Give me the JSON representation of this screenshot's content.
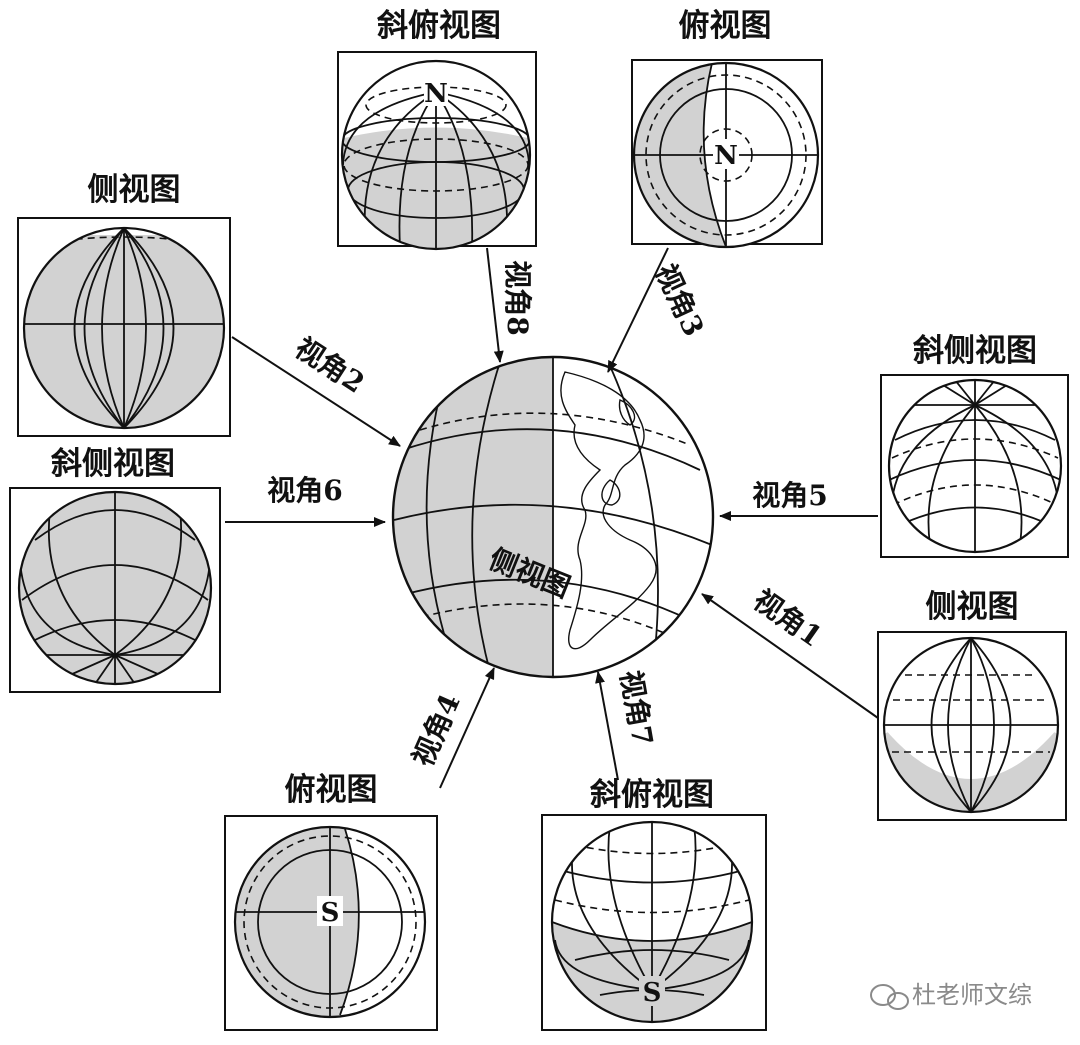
{
  "titles": {
    "top_oblique": "斜俯视图",
    "top_view_n": "俯视图",
    "side_left": "侧视图",
    "oblique_side_left": "斜侧视图",
    "oblique_side_right": "斜侧视图",
    "side_right": "侧视图",
    "top_view_s": "俯视图",
    "bottom_oblique": "斜俯视图"
  },
  "center_label": "侧视图",
  "angles": {
    "a1": "视角1",
    "a2": "视角2",
    "a3": "视角3",
    "a4": "视角4",
    "a5": "视角5",
    "a6": "视角6",
    "a7": "视角7",
    "a8": "视角8"
  },
  "poles": {
    "north": "N",
    "south": "S"
  },
  "watermark": "杜老师文综",
  "colors": {
    "shade": "#d2d2d2",
    "ink": "#111111"
  }
}
